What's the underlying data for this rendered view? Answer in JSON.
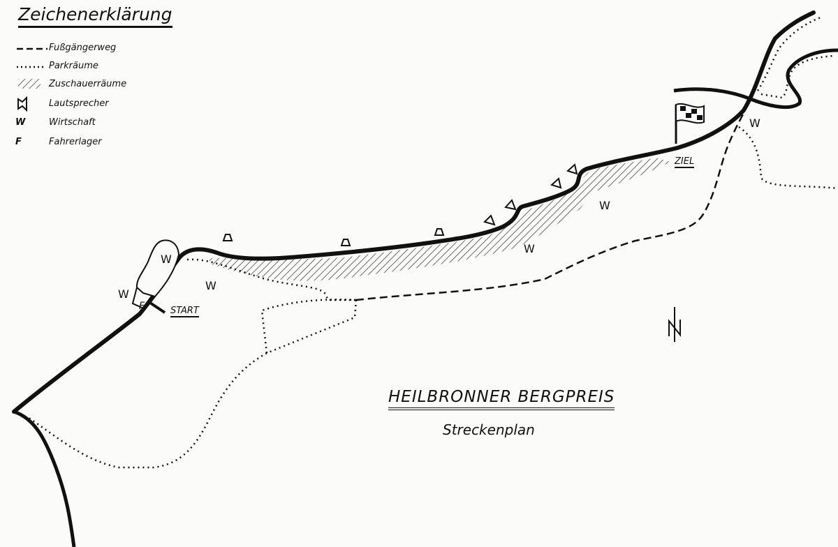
{
  "legend": {
    "title": "Zeichenerklärung",
    "items": [
      {
        "symbol": "dashed-line",
        "label": "Fußgängerweg"
      },
      {
        "symbol": "dotted-line",
        "label": "Parkräume"
      },
      {
        "symbol": "hatching",
        "label": "Zuschauerräume"
      },
      {
        "symbol": "speaker-icon",
        "label": "Lautsprecher"
      },
      {
        "symbol": "W",
        "label": "Wirtschaft"
      },
      {
        "symbol": "F",
        "label": "Fahrerlager"
      }
    ]
  },
  "map": {
    "start_label": "START",
    "finish_label": "ZIEL",
    "restaurant_marker": "W",
    "paddock_marker": "F",
    "north_label": "N"
  },
  "title": "HEILBRONNER BERGPREIS",
  "subtitle": "Streckenplan"
}
